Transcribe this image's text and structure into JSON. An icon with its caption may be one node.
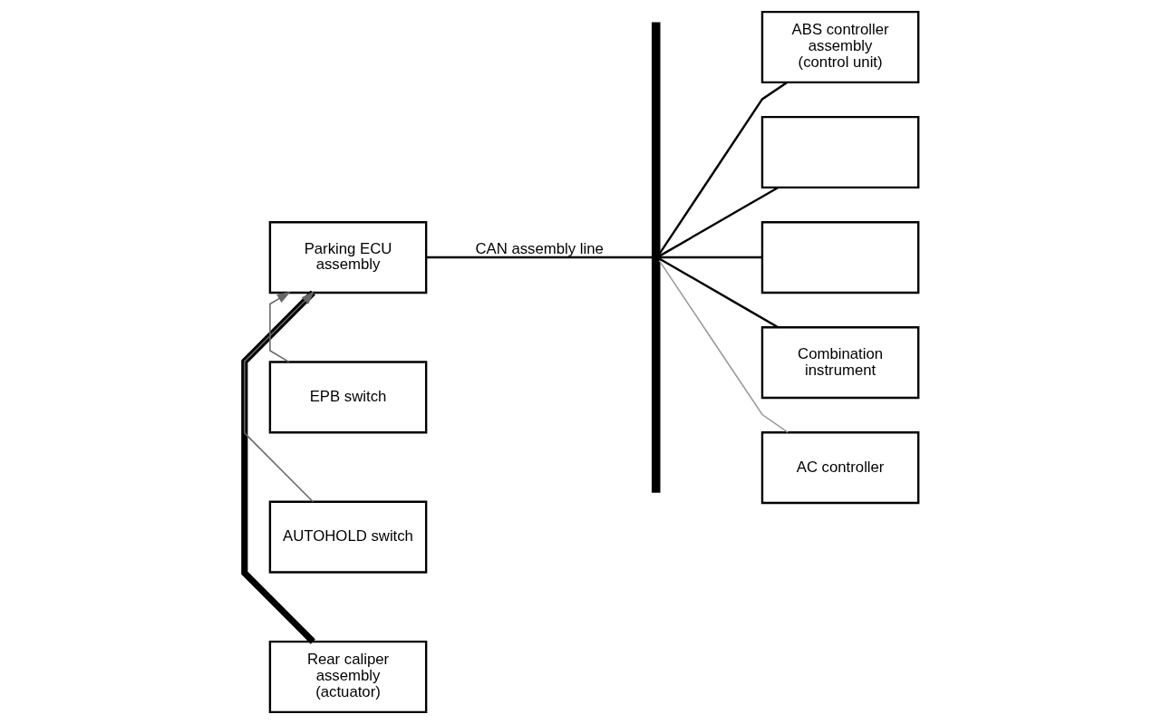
{
  "diagram": {
    "nodes": [
      {
        "text": [
          "Parking ECU assembly"
        ]
      },
      {
        "text": [],
        "shape": "bar"
      },
      {
        "text": [
          "ABS controller assembly (control unit)"
        ]
      },
      {
        "text": [],
        "shape": "box"
      },
      {
        "text": [],
        "shape": "box"
      },
      {
        "text": [
          "Combination instrument"
        ]
      },
      {
        "text": [
          "AC controller"
        ]
      },
      {
        "text": [
          "EPB switch"
        ]
      },
      {
        "text": [
          "AUTOHOLD switch"
        ]
      },
      {
        "text": [
          "Rear caliper assembly (actuator)"
        ]
      }
    ],
    "edges": [
      {
        "from": 0,
        "to": 1,
        "arrow": "none",
        "label": "CAN assembly line"
      },
      {
        "from": 1,
        "to": 2,
        "arrow": "none"
      },
      {
        "from": 1,
        "to": 3,
        "arrow": "none"
      },
      {
        "from": 1,
        "to": 4,
        "arrow": "none"
      },
      {
        "from": 1,
        "to": 5,
        "arrow": "none"
      },
      {
        "from": 1,
        "to": 6,
        "arrow": "none",
        "color": "#999999"
      },
      {
        "from": 7,
        "to": 0,
        "arrow": "to",
        "color": "#666666"
      },
      {
        "from": 8,
        "to": 0,
        "arrow": "to",
        "color": "#666666"
      },
      {
        "from": 0,
        "to": 9,
        "arrow": "none",
        "style": "thick"
      }
    ]
  }
}
